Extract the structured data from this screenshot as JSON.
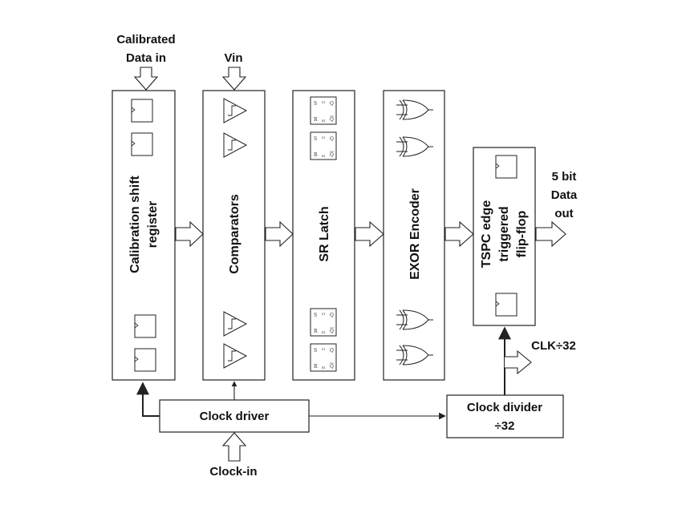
{
  "inputs": {
    "calibrated_line1": "Calibrated",
    "calibrated_line2": "Data in",
    "vin": "Vin",
    "clock_in": "Clock-in"
  },
  "blocks": {
    "calibration_line1": "Calibration shift",
    "calibration_line2": "register",
    "comparators": "Comparators",
    "sr_latch": "SR Latch",
    "exor_encoder": "EXOR Encoder",
    "tspc_line1": "TSPC edge",
    "tspc_line2": "triggered",
    "tspc_line3": "flip-flop",
    "clock_driver": "Clock driver",
    "clock_divider_line1": "Clock divider",
    "clock_divider_line2": "÷32"
  },
  "outputs": {
    "data_out_line1": "5 bit",
    "data_out_line2": "Data",
    "data_out_line3": "out",
    "clk_div": "CLK÷32"
  },
  "latch_pins": {
    "s": "S",
    "r": "R",
    "q": "Q",
    "qbar": "Q"
  }
}
